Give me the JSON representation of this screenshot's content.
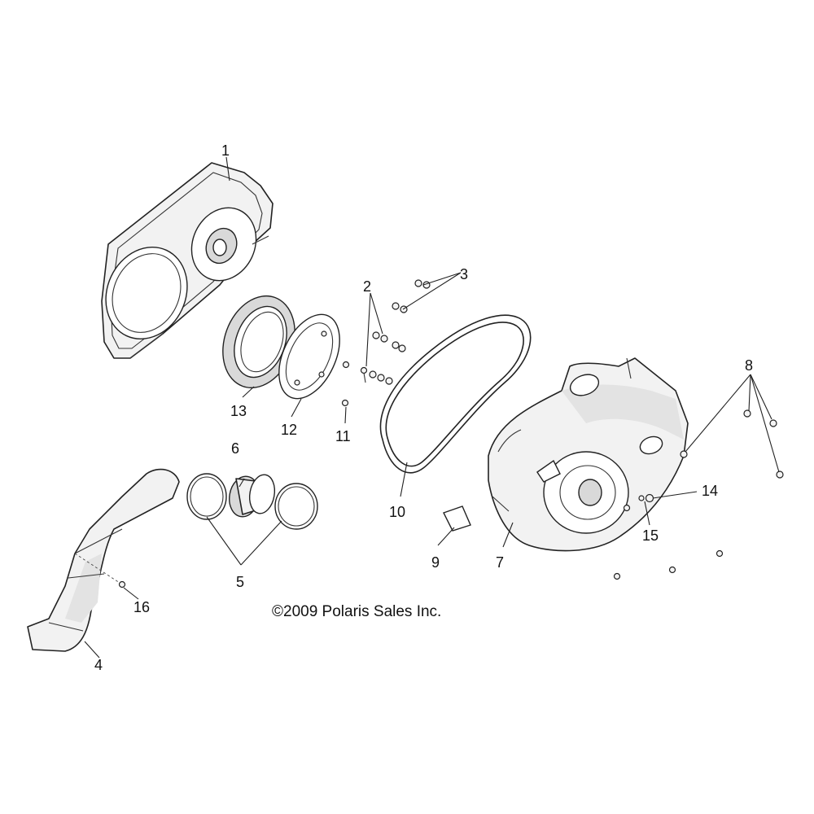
{
  "callouts": {
    "c1": "1",
    "c2": "2",
    "c3": "3",
    "c4": "4",
    "c5": "5",
    "c6": "6",
    "c7": "7",
    "c8": "8",
    "c9": "9",
    "c10": "10",
    "c11": "11",
    "c12": "12",
    "c13": "13",
    "c14": "14",
    "c15": "15",
    "c16": "16"
  },
  "copyright": "©2009 Polaris Sales Inc."
}
